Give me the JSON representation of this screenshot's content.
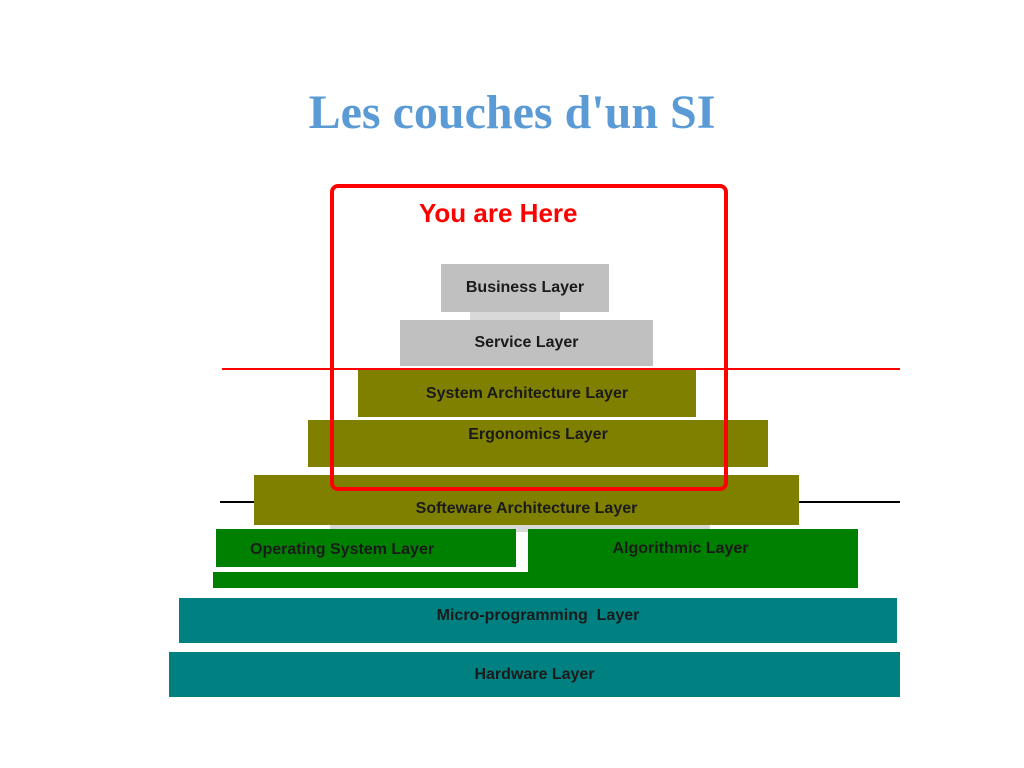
{
  "title": "Les couches d'un SI",
  "highlight_label": "You are Here",
  "layers": {
    "business": "Business Layer",
    "service": "Service Layer",
    "system_architecture": "System Architecture Layer",
    "ergonomics": "Ergonomics Layer",
    "software_architecture": "Softeware Architecture Layer",
    "operating_system": "Operating System Layer",
    "algorithmic": "Algorithmic Layer",
    "micro_programming": "Micro-programming  Layer",
    "hardware": "Hardware Layer"
  },
  "colors": {
    "title": "#5b9bd5",
    "highlight": "#ff0000",
    "gray_layer": "#c0c0c0",
    "olive_layer": "#808000",
    "green_layer": "#008000",
    "teal_layer": "#008080",
    "upper_divider": "#ff0000",
    "lower_divider": "#000000"
  }
}
